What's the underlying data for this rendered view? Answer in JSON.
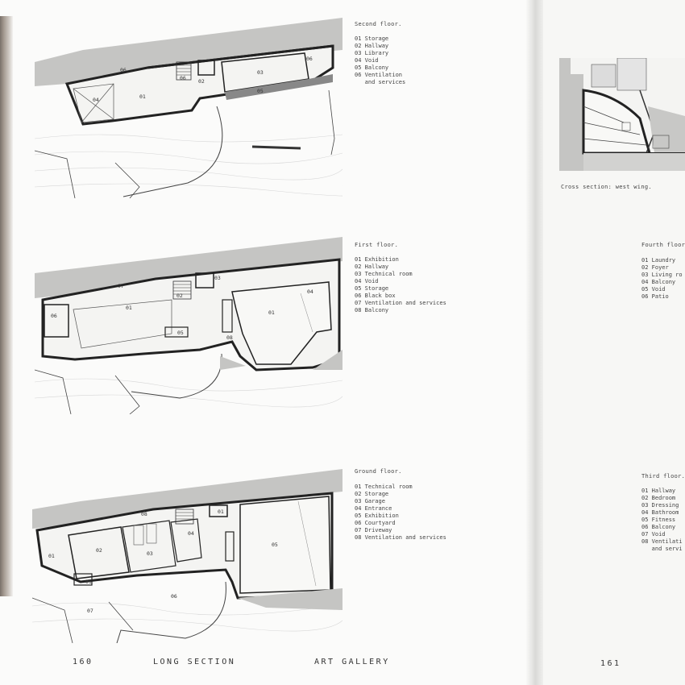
{
  "left_page": {
    "sections": [
      {
        "title": "Second floor.",
        "items": [
          "01 Storage",
          "02 Hallway",
          "03 Library",
          "04 Void",
          "05 Balcony",
          "06 Ventilation",
          "   and services"
        ]
      },
      {
        "title": "First floor.",
        "items": [
          "01 Exhibition",
          "02 Hallway",
          "03 Technical room",
          "04 Void",
          "05 Storage",
          "06 Black box",
          "07 Ventilation and services",
          "08 Balcony"
        ]
      },
      {
        "title": "Ground floor.",
        "items": [
          "01 Technical room",
          "02 Storage",
          "03 Garage",
          "04 Entrance",
          "05 Exhibition",
          "06 Courtyard",
          "07 Driveway",
          "08 Ventilation and services"
        ]
      }
    ],
    "plan_labels": {
      "second": [
        "06",
        "01",
        "04",
        "06",
        "02",
        "03",
        "05",
        "06"
      ],
      "first": [
        "07",
        "01",
        "06",
        "02",
        "03",
        "05",
        "08",
        "01",
        "04"
      ],
      "ground": [
        "08",
        "01",
        "02",
        "03",
        "04",
        "05",
        "01",
        "06",
        "07",
        "01"
      ]
    }
  },
  "right_page": {
    "cross_section_caption": "Cross section: west wing.",
    "sections": [
      {
        "title": "Fourth floor",
        "items": [
          "01 Laundry",
          "02 Foyer",
          "03 Living ro",
          "04 Balcony",
          "05 Void",
          "06 Patio"
        ]
      },
      {
        "title": "Third floor.",
        "items": [
          "01 Hallway",
          "02 Bedroom",
          "03 Dressing",
          "04 Bathroom",
          "05 Fitness",
          "06 Balcony",
          "07 Void",
          "08 Ventilati",
          "   and servi"
        ]
      }
    ]
  },
  "footer": {
    "left_page_number": "160",
    "running_head_1": "LONG SECTION",
    "running_head_2": "ART GALLERY",
    "right_page_number": "161"
  }
}
